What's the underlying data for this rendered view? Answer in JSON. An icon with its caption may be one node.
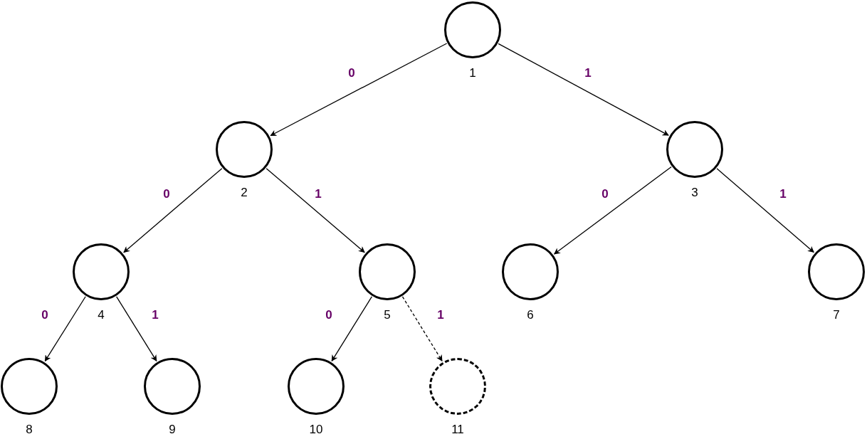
{
  "diagram": {
    "nodes": [
      {
        "text": [],
        "shape": "circle",
        "beside": [
          "1"
        ]
      },
      {
        "text": [],
        "shape": "circle",
        "beside": [
          "2"
        ]
      },
      {
        "text": [],
        "shape": "circle",
        "beside": [
          "3"
        ]
      },
      {
        "text": [],
        "shape": "circle",
        "beside": [
          "4"
        ]
      },
      {
        "text": [],
        "shape": "circle",
        "beside": [
          "5"
        ]
      },
      {
        "text": [],
        "shape": "circle",
        "beside": [
          "6"
        ]
      },
      {
        "text": [],
        "shape": "circle",
        "beside": [
          "7"
        ]
      },
      {
        "text": [],
        "shape": "circle",
        "beside": [
          "8"
        ]
      },
      {
        "text": [],
        "shape": "circle",
        "beside": [
          "9"
        ]
      },
      {
        "text": [],
        "shape": "circle",
        "beside": [
          "10"
        ]
      },
      {
        "text": [],
        "shape": "circle",
        "beside": [
          "11"
        ]
      }
    ],
    "edges": [
      {
        "from": 0,
        "to": 1,
        "arrow": "to",
        "label": "0"
      },
      {
        "from": 0,
        "to": 2,
        "arrow": "to",
        "label": "1"
      },
      {
        "from": 1,
        "to": 3,
        "arrow": "to",
        "label": "0"
      },
      {
        "from": 1,
        "to": 4,
        "arrow": "to",
        "label": "1"
      },
      {
        "from": 2,
        "to": 5,
        "arrow": "to",
        "label": "0"
      },
      {
        "from": 2,
        "to": 6,
        "arrow": "to",
        "label": "1"
      },
      {
        "from": 3,
        "to": 7,
        "arrow": "to",
        "label": "0"
      },
      {
        "from": 3,
        "to": 8,
        "arrow": "to",
        "label": "1"
      },
      {
        "from": 4,
        "to": 9,
        "arrow": "to",
        "label": "0"
      },
      {
        "from": 4,
        "to": 10,
        "arrow": "to",
        "label": "1",
        "style": "dashed"
      }
    ]
  }
}
